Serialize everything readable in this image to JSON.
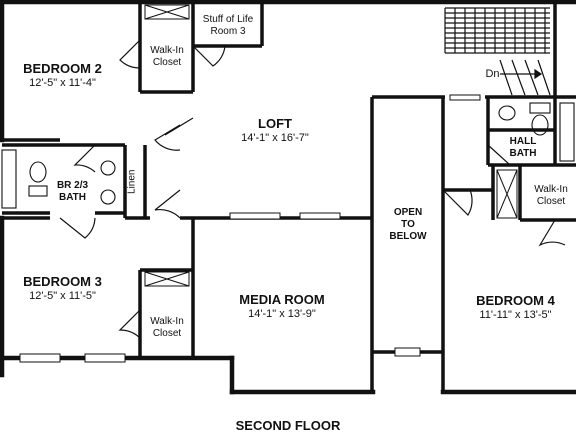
{
  "plan": {
    "title": "SECOND FLOOR",
    "rooms": {
      "bedroom2": {
        "name": "BEDROOM 2",
        "dims": "12'-5\" x 11'-4\""
      },
      "bedroom3": {
        "name": "BEDROOM 3",
        "dims": "12'-5\" x 11'-5\""
      },
      "bedroom4": {
        "name": "BEDROOM 4",
        "dims": "11'-11\" x 13'-5\""
      },
      "loft": {
        "name": "LOFT",
        "dims": "14'-1\" x 16'-7\""
      },
      "media": {
        "name": "MEDIA ROOM",
        "dims": "14'-1\" x 13'-9\""
      },
      "bath23": {
        "line1": "BR 2/3",
        "line2": "BATH"
      },
      "hallbath": {
        "line1": "HALL",
        "line2": "BATH"
      },
      "open": {
        "line1": "OPEN",
        "line2": "TO",
        "line3": "BELOW"
      }
    },
    "closets": {
      "wic_br2": {
        "line1": "Walk-In",
        "line2": "Closet"
      },
      "wic_br3": {
        "line1": "Walk-In",
        "line2": "Closet"
      },
      "wic_br4": {
        "line1": "Walk-In",
        "line2": "Closet"
      },
      "stuff": {
        "line1": "Stuff of Life",
        "line2": "Room 3"
      },
      "linen": "Linen"
    },
    "stair_label": "Dn"
  }
}
